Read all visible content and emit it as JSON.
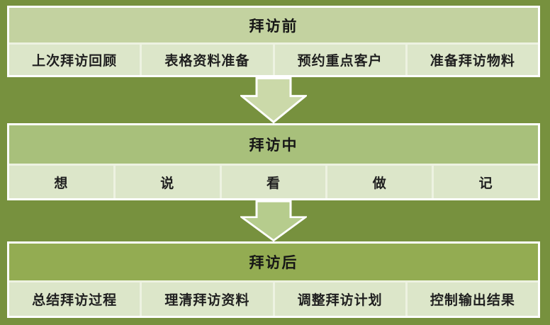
{
  "colors": {
    "background": "#77913E",
    "section_border": "#FFFFFF",
    "header_fill_before": "#C3D2A0",
    "header_fill_during": "#A8C07B",
    "header_fill_after": "#93AC52",
    "cell_fill": "#DCE6C9",
    "separator": "#EDF2E1",
    "arrow_fill_1": "#CBD9A9",
    "arrow_fill_2": "#B6CC8D",
    "arrow_stroke": "#FFFFFF",
    "text": "#1A1A1A"
  },
  "flow": {
    "sections": [
      {
        "id": "before",
        "title": "拜访前",
        "items": [
          "上次拜访回顾",
          "表格资料准备",
          "预约重点客户",
          "准备拜访物料"
        ]
      },
      {
        "id": "during",
        "title": "拜访中",
        "items": [
          "想",
          "说",
          "看",
          "做",
          "记"
        ]
      },
      {
        "id": "after",
        "title": "拜访后",
        "items": [
          "总结拜访过程",
          "理清拜访资料",
          "调整拜访计划",
          "控制输出结果"
        ]
      }
    ],
    "connectors": [
      {
        "type": "down-arrow"
      },
      {
        "type": "down-arrow"
      }
    ]
  }
}
